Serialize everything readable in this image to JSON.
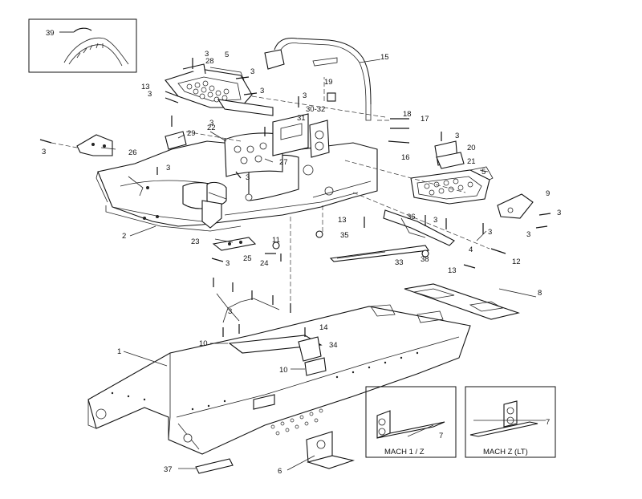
{
  "callouts": {
    "c1": "1",
    "c2": "2",
    "c3": "3",
    "c5": "5",
    "c6": "6",
    "c7": "7",
    "c8": "8",
    "c9": "9",
    "c10": "10",
    "c11": "11",
    "c12": "12",
    "c13": "13",
    "c14": "14",
    "c15": "15",
    "c16": "16",
    "c17": "17",
    "c18": "18",
    "c19": "19",
    "c20": "20",
    "c21": "21",
    "c22": "22",
    "c23": "23",
    "c24": "24",
    "c25": "25",
    "c26": "26",
    "c27": "27",
    "c28": "28",
    "c29": "29",
    "c30": "30-32",
    "c31": "31",
    "c33": "33",
    "c34": "34",
    "c35": "35",
    "c36": "36",
    "c37": "37",
    "c38": "38",
    "c39": "39"
  },
  "insets": {
    "mach1": "MACH 1 / Z",
    "machz": "MACH Z (LT)"
  }
}
